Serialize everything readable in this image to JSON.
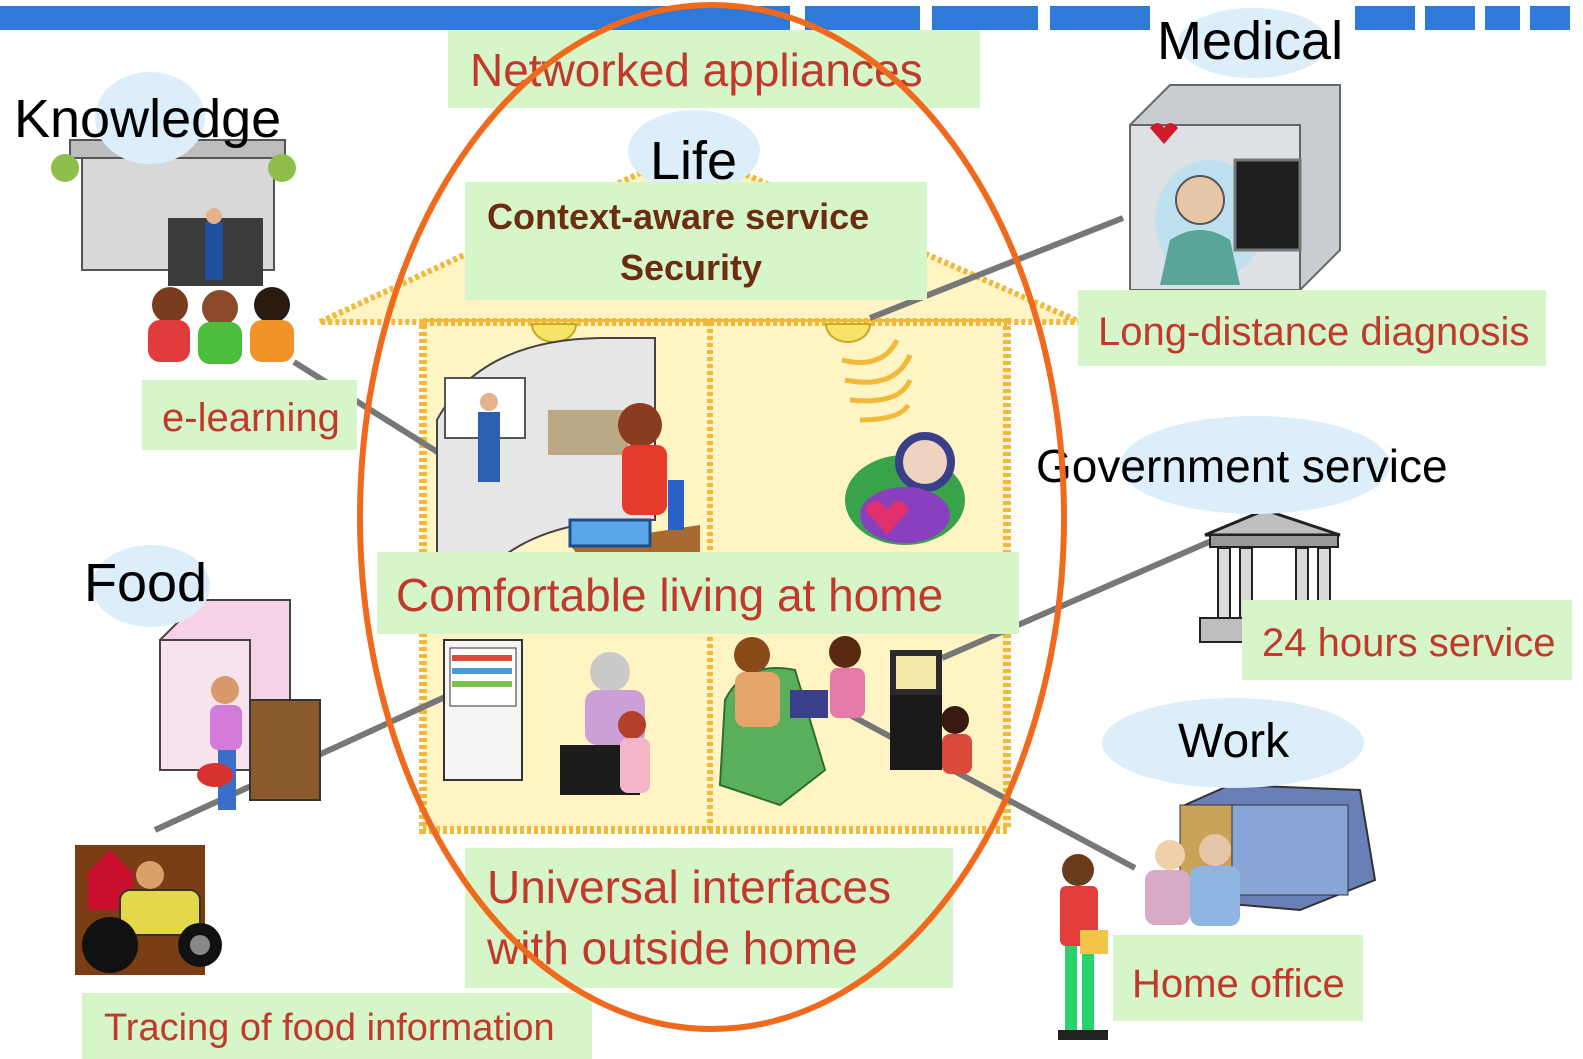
{
  "top_label": "Networked appliances",
  "center": {
    "category": "Life",
    "services": [
      "Context-aware service",
      "Security"
    ],
    "middle_label": "Comfortable living at home",
    "bottom_label_lines": [
      "Universal interfaces",
      "with outside home"
    ]
  },
  "categories": {
    "knowledge": {
      "title": "Knowledge",
      "service": "e-learning"
    },
    "food": {
      "title": "Food",
      "service": "Tracing of food information"
    },
    "medical": {
      "title": "Medical",
      "service": "Long-distance diagnosis"
    },
    "government": {
      "title": "Government service",
      "service": "24 hours service"
    },
    "work": {
      "title": "Work",
      "service": "Home office"
    }
  },
  "colors": {
    "topbar": "#2f7ad9",
    "ellipse": "#f06a1e",
    "label_bg": "#d6f5c9",
    "label_text": "#c0392b",
    "category_bubble": "#dceefa",
    "house_fill": "#fff5c4",
    "house_outline": "#f2b83a"
  }
}
